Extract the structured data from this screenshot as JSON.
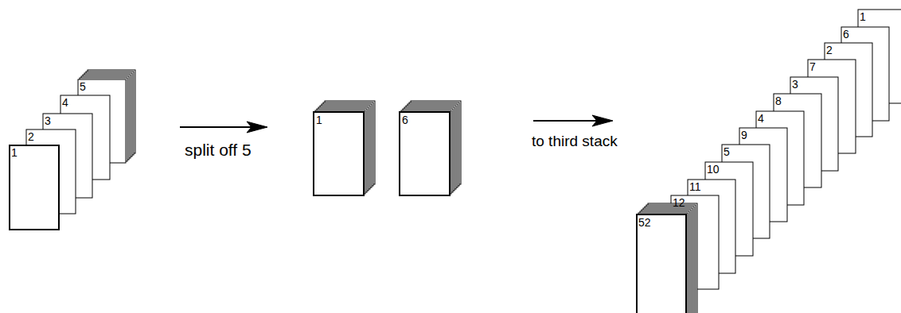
{
  "diagram": {
    "labels": [
      "1",
      "2",
      "3",
      "4",
      "5",
      "split off 5",
      "1",
      "6",
      "to third stack",
      "1",
      "6",
      "2",
      "7",
      "3",
      "8",
      "4",
      "9",
      "5",
      "10",
      "11",
      "12",
      "52"
    ]
  }
}
